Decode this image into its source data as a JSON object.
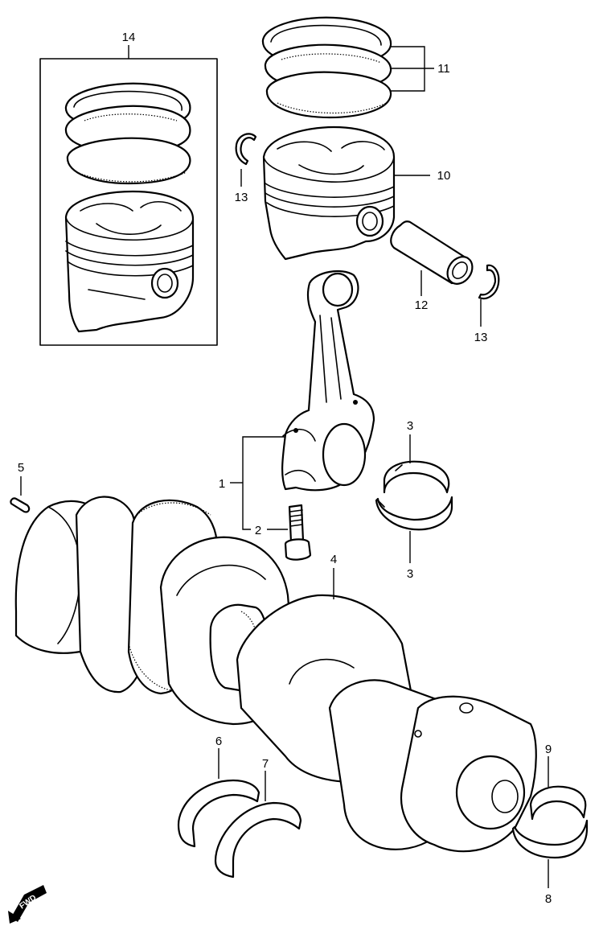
{
  "callouts": {
    "c1": "1",
    "c2": "2",
    "c3a": "3",
    "c3b": "3",
    "c4": "4",
    "c5": "5",
    "c6": "6",
    "c7": "7",
    "c8": "8",
    "c9": "9",
    "c10": "10",
    "c11": "11",
    "c12": "12",
    "c13a": "13",
    "c13b": "13",
    "c14": "14"
  },
  "fwd_label": "FWD"
}
